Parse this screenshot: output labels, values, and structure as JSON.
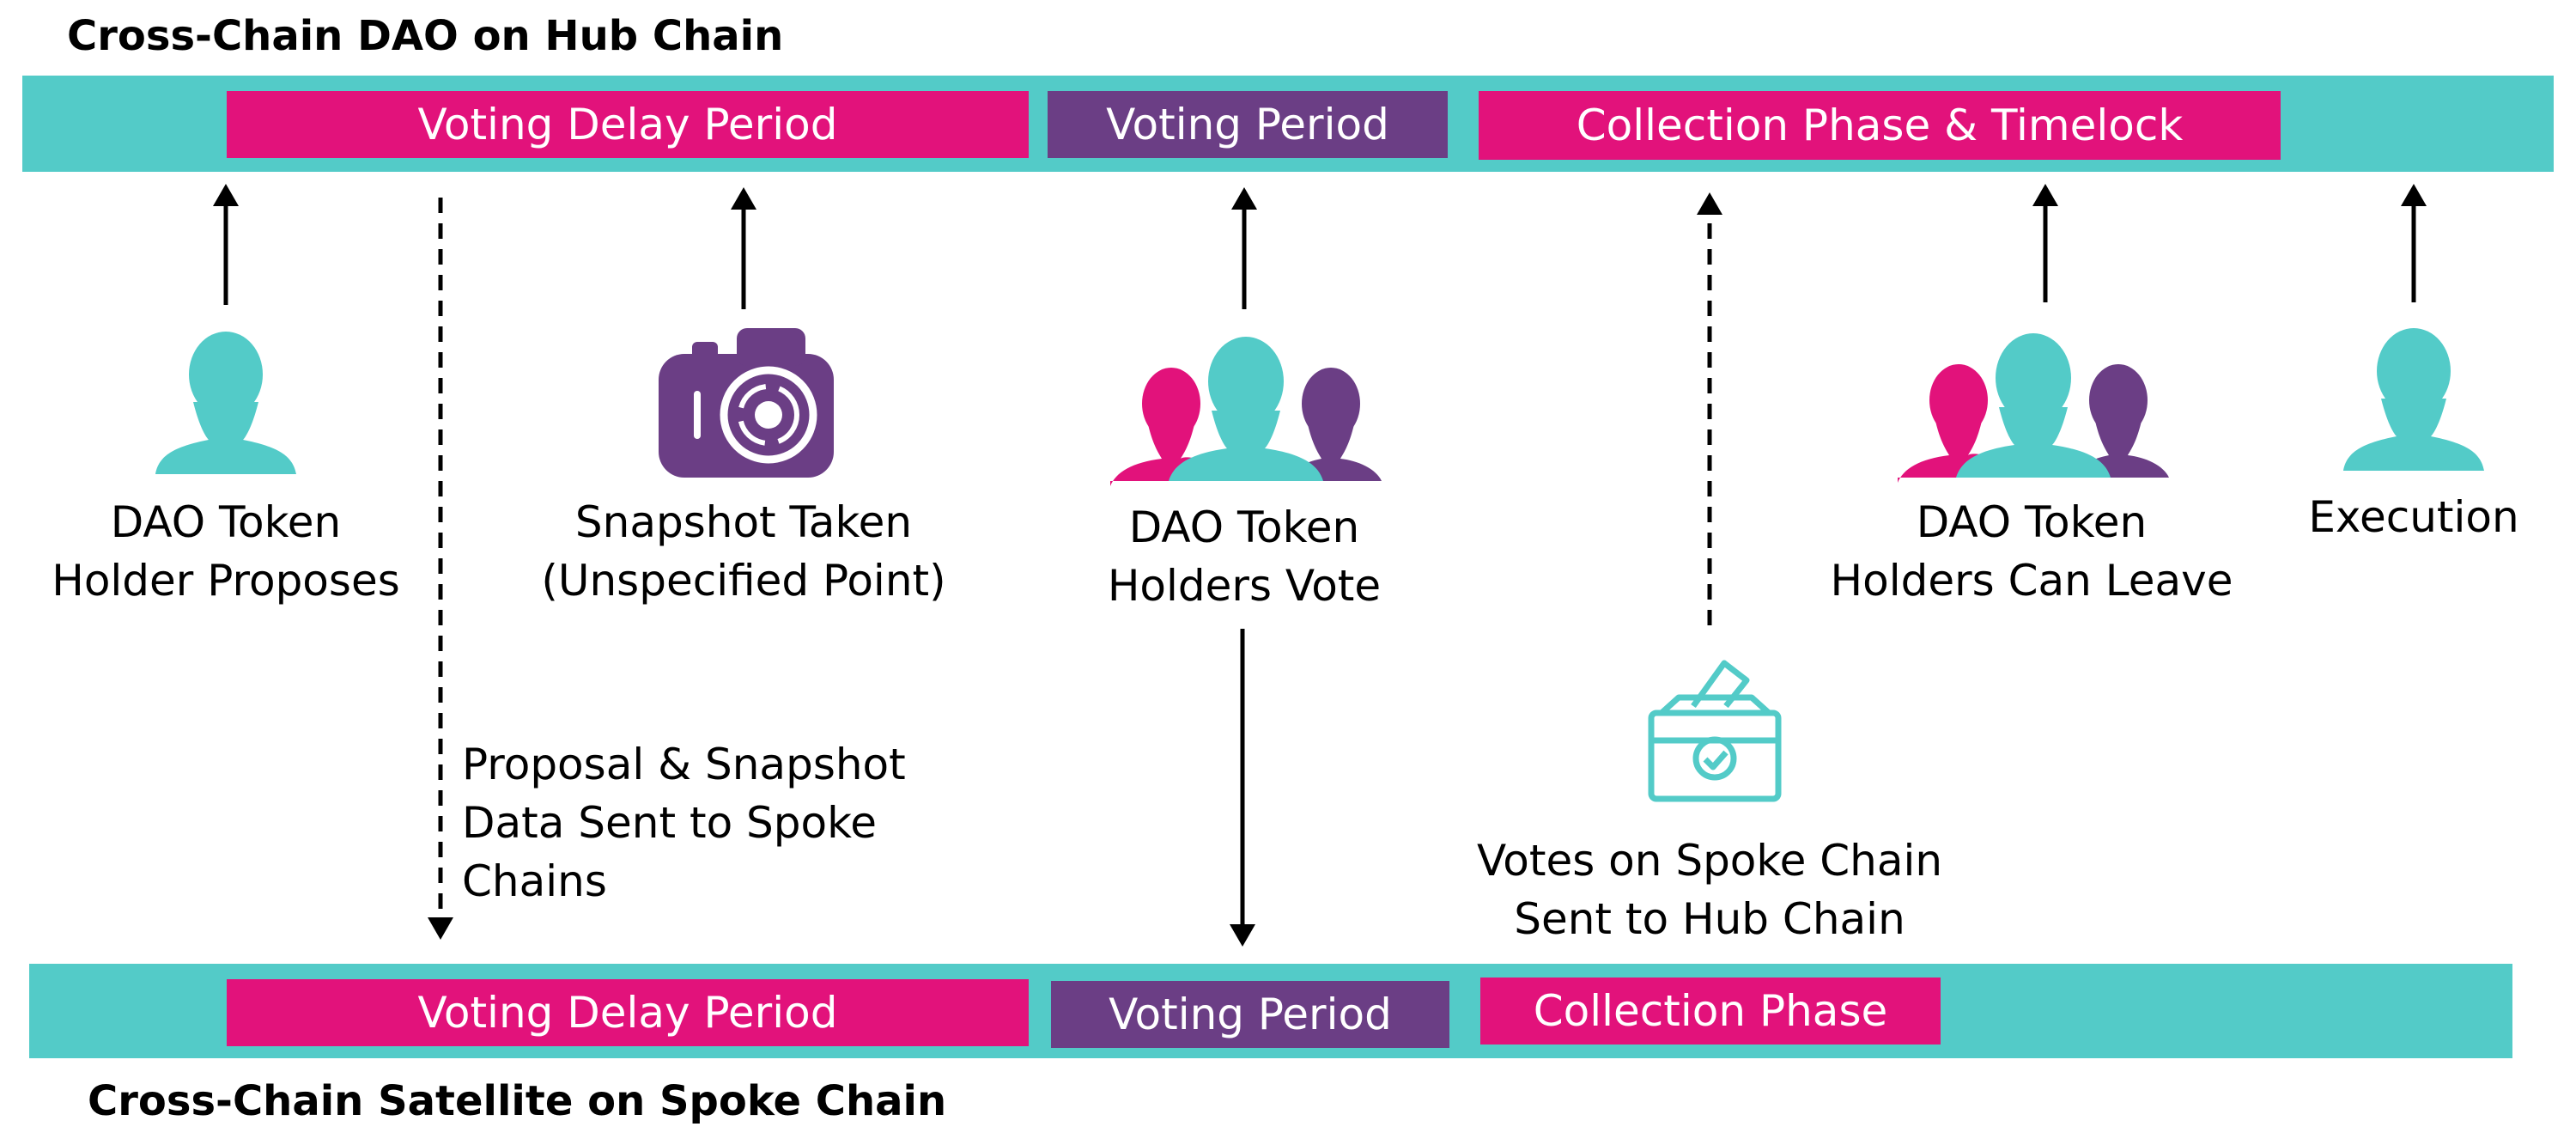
{
  "hub": {
    "title": "Cross-Chain DAO on Hub Chain",
    "segments": [
      "Voting Delay Period",
      "Voting Period",
      "Collection Phase & Timelock"
    ]
  },
  "spoke": {
    "title": "Cross-Chain Satellite on Spoke Chain",
    "segments": [
      "Voting Delay Period",
      "Voting Period",
      "Collection Phase"
    ]
  },
  "steps": {
    "propose": [
      "DAO Token",
      "Holder Proposes"
    ],
    "snapshot": [
      "Snapshot Taken",
      "(Unspecified Point)"
    ],
    "vote": [
      "DAO Token",
      "Holders Vote"
    ],
    "leave": [
      "DAO Token",
      "Holders Can Leave"
    ],
    "execution": [
      "Execution"
    ],
    "sent_to_spoke": [
      "Proposal & Snapshot",
      "Data Sent to Spoke",
      "Chains"
    ],
    "votes_to_hub": [
      "Votes on Spoke Chain",
      "Sent to Hub Chain"
    ]
  },
  "icons": {
    "propose": "user-icon",
    "snapshot": "camera-icon",
    "vote": "user-group-icon",
    "leave": "user-group-icon",
    "execution": "user-icon",
    "votes_to_hub": "ballot-box-icon"
  },
  "colors": {
    "teal": "#53cbc8",
    "pink": "#e2127b",
    "purple": "#6b3e85"
  }
}
